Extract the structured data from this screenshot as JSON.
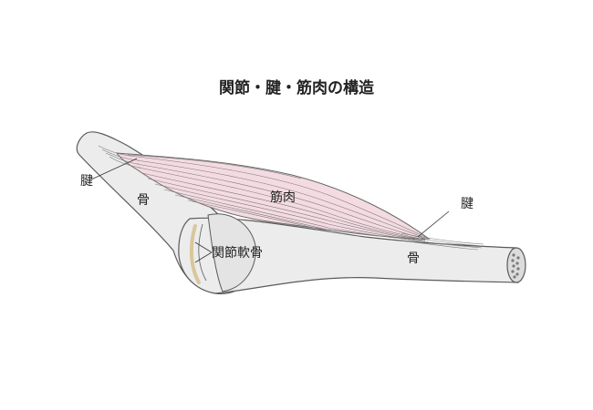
{
  "title": "関節・腱・筋肉の構造",
  "labels": {
    "tendon_left": "腱",
    "bone_upper": "骨",
    "muscle": "筋肉",
    "tendon_right": "腱",
    "cartilage": "関節軟骨",
    "bone_lower": "骨"
  },
  "colors": {
    "outline": "#5a5a5a",
    "bone_fill": "#ececec",
    "muscle_fill": "#f4dbe2",
    "cartilage": "#d8c79a",
    "background": "#ffffff"
  }
}
